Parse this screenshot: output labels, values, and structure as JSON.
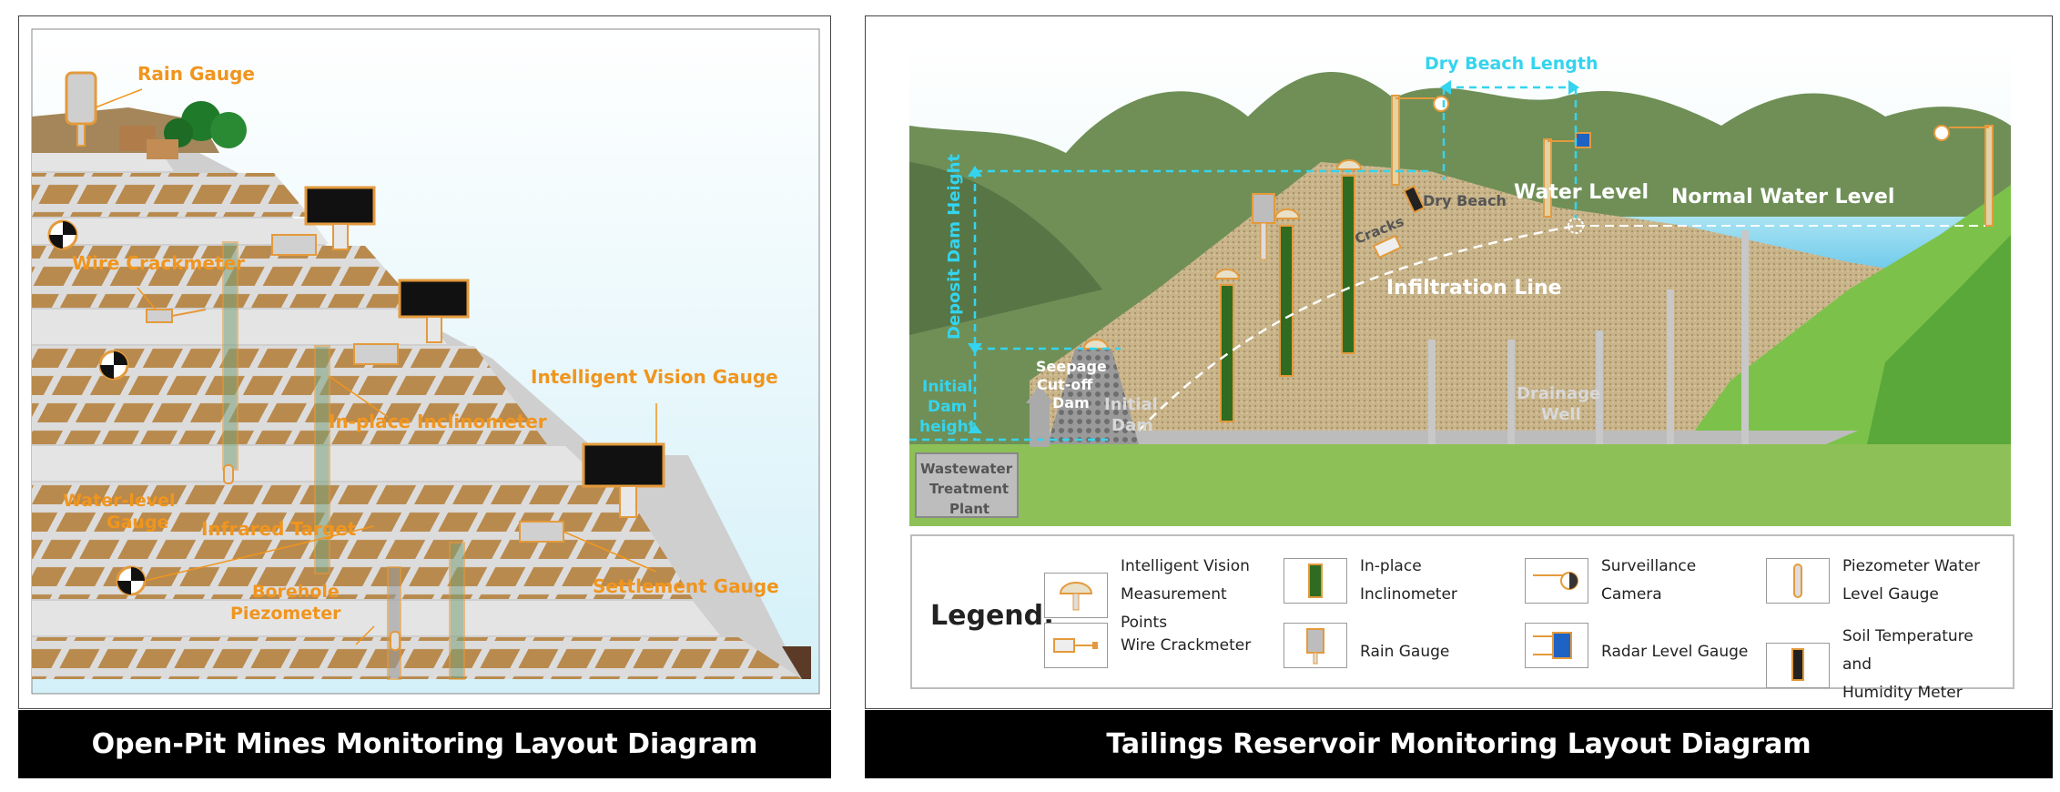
{
  "left_panel": {
    "caption": "Open-Pit Mines Monitoring Layout Diagram",
    "labels": {
      "rain_gauge": "Rain Gauge",
      "wire_crackmeter": "Wire Crackmeter",
      "intelligent_vision_gauge": "Intelligent Vision Gauge",
      "inplace_inclinometer": "In-place Inclinometer",
      "water_level_gauge_l1": "Water-level",
      "water_level_gauge_l2": "Gauge",
      "infrared_target": "Infrared Target",
      "borehole_piezometer_l1": "Borehole",
      "borehole_piezometer_l2": "Piezometer",
      "settlement_gauge": "Settlement Gauge"
    }
  },
  "right_panel": {
    "caption": "Tailings Reservoir Monitoring Layout Diagram",
    "labels": {
      "dry_beach_length": "Dry Beach Length",
      "deposit_dam_height": "Deposit Dam Height",
      "dry_beach": "Dry Beach",
      "water_level": "Water Level",
      "normal_water_level": "Normal Water Level",
      "cracks": "Cracks",
      "infiltration_line": "Infiltration Line",
      "seepage_l1": "Seepage",
      "seepage_l2": "Cut-off",
      "seepage_l3": "Dam",
      "initial_dam_l1": "Initial",
      "initial_dam_l2": "Dam",
      "initial_dam_height_l1": "Initial",
      "initial_dam_height_l2": "Dam",
      "initial_dam_height_l3": "height",
      "drainage_well_l1": "Drainage",
      "drainage_well_l2": "Well",
      "wastewater_l1": "Wastewater",
      "wastewater_l2": "Treatment",
      "wastewater_l3": "Plant"
    },
    "legend": {
      "title": "Legend:",
      "items": [
        {
          "icon": "intelligent-vision-icon",
          "l1": "Intelligent Vision",
          "l2": "Measurement Points"
        },
        {
          "icon": "inplace-inclinometer-icon",
          "l1": "In-place",
          "l2": "Inclinometer"
        },
        {
          "icon": "surveillance-camera-icon",
          "l1": "Surveillance",
          "l2": "Camera"
        },
        {
          "icon": "piezometer-icon",
          "l1": "Piezometer Water",
          "l2": "Level Gauge"
        },
        {
          "icon": "wire-crackmeter-icon",
          "l1": "Wire Crackmeter",
          "l2": ""
        },
        {
          "icon": "rain-gauge-icon",
          "l1": "Rain Gauge",
          "l2": ""
        },
        {
          "icon": "radar-level-gauge-icon",
          "l1": "Radar Level Gauge",
          "l2": ""
        },
        {
          "icon": "soil-temp-humidity-icon",
          "l1": "Soil Temperature and",
          "l2": "Humidity Meter"
        }
      ]
    }
  },
  "colors": {
    "label_orange": "#f0951e",
    "label_cyan": "#35d4ee",
    "caption_bg": "#000000"
  }
}
